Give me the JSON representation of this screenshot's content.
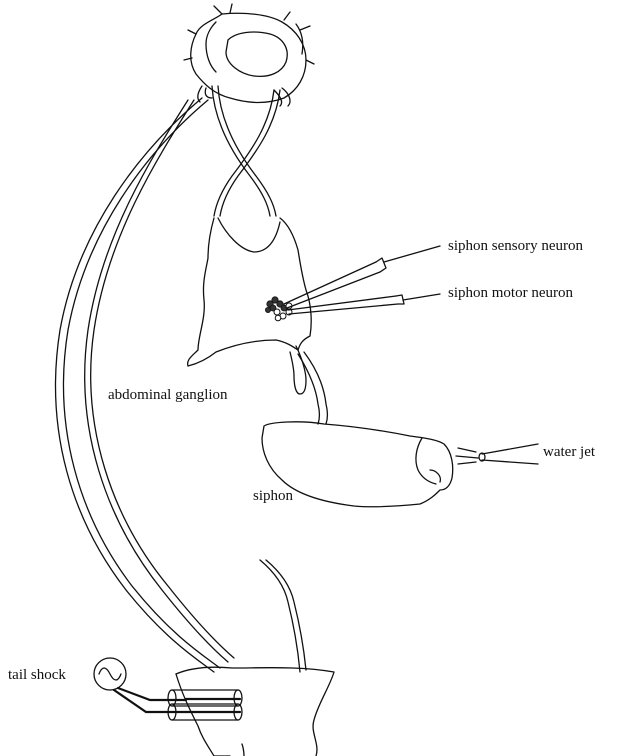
{
  "labels": {
    "siphon_sensory_neuron": "siphon sensory neuron",
    "siphon_motor_neuron": "siphon motor neuron",
    "abdominal_ganglion": "abdominal ganglion",
    "water_jet": "water jet",
    "siphon": "siphon",
    "tail_shock": "tail shock"
  },
  "colors": {
    "ink": "#111111",
    "background": "#ffffff"
  },
  "icons": {
    "stimulator": "ac-source-icon",
    "electrodes": "electrode-icon",
    "microelectrode": "microelectrode-icon"
  }
}
